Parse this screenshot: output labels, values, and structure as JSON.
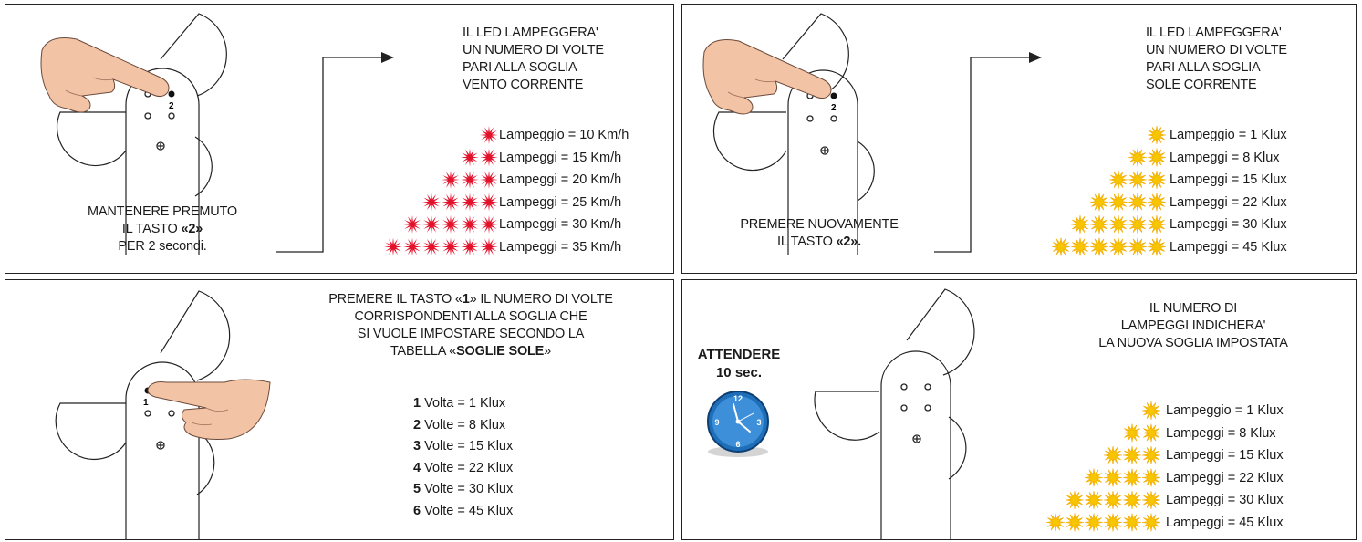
{
  "panel_wind": {
    "instruction_line1": "MANTENERE PREMUTO",
    "instruction_line2_prefix": "IL TASTO ",
    "instruction_line2_key": "«2»",
    "instruction_line3": "PER 2 secondi.",
    "button_label": "2",
    "header_lines": [
      "IL LED LAMPEGGERA'",
      "UN NUMERO DI VOLTE",
      "PARI ALLA SOGLIA",
      "VENTO CORRENTE"
    ],
    "rows": [
      {
        "stars": 1,
        "label": "Lampeggio =  10 Km/h"
      },
      {
        "stars": 2,
        "label": "Lampeggi =  15 Km/h"
      },
      {
        "stars": 3,
        "label": "Lampeggi =  20 Km/h"
      },
      {
        "stars": 4,
        "label": "Lampeggi =  25 Km/h"
      },
      {
        "stars": 5,
        "label": "Lampeggi =  30 Km/h"
      },
      {
        "stars": 6,
        "label": "Lampeggi =  35 Km/h"
      }
    ],
    "star_color": "#e3122b"
  },
  "panel_sun": {
    "instruction_line1": "PREMERE NUOVAMENTE",
    "instruction_line2_prefix": "IL TASTO ",
    "instruction_line2_key": "«2».",
    "button_label": "2",
    "header_lines": [
      "IL LED LAMPEGGERA'",
      "UN NUMERO DI VOLTE",
      "PARI ALLA SOGLIA",
      "SOLE CORRENTE"
    ],
    "rows": [
      {
        "stars": 1,
        "label": "Lampeggio =  1 Klux"
      },
      {
        "stars": 2,
        "label": "Lampeggi =  8 Klux"
      },
      {
        "stars": 3,
        "label": "Lampeggi =  15 Klux"
      },
      {
        "stars": 4,
        "label": "Lampeggi =  22 Klux"
      },
      {
        "stars": 5,
        "label": "Lampeggi =  30 Klux"
      },
      {
        "stars": 6,
        "label": "Lampeggi =  45 Klux"
      }
    ],
    "star_color": "#f7c600"
  },
  "panel_set": {
    "instruction_line1_a": "PREMERE IL TASTO «",
    "instruction_line1_key": "1",
    "instruction_line1_b": "» IL NUMERO DI VOLTE",
    "instruction_line2": "CORRISPONDENTI ALLA  SOGLIA CHE",
    "instruction_line3": "SI VUOLE IMPOSTARE SECONDO LA",
    "instruction_line4_a": "TABELLA «",
    "instruction_line4_key": "SOGLIE SOLE",
    "instruction_line4_b": "»",
    "button_label": "1",
    "rows": [
      {
        "count": "1",
        "label": " Volta  =  1 Klux"
      },
      {
        "count": "2",
        "label": " Volte =   8 Klux"
      },
      {
        "count": "3",
        "label": " Volte =  15 Klux"
      },
      {
        "count": "4",
        "label": " Volte =  22 Klux"
      },
      {
        "count": "5",
        "label": " Volte =  30 Klux"
      },
      {
        "count": "6",
        "label": " Volte =  45 Klux"
      }
    ]
  },
  "panel_wait": {
    "wait_line1": "ATTENDERE",
    "wait_line2": "10 sec.",
    "clock_numbers": [
      "12",
      "3",
      "6",
      "9"
    ],
    "header_lines": [
      "IL NUMERO DI",
      "LAMPEGGI INDICHERA'",
      "LA NUOVA SOGLIA IMPOSTATA"
    ],
    "rows": [
      {
        "stars": 1,
        "label": "Lampeggio =  1 Klux"
      },
      {
        "stars": 2,
        "label": "Lampeggi =  8 Klux"
      },
      {
        "stars": 3,
        "label": "Lampeggi =  15 Klux"
      },
      {
        "stars": 4,
        "label": "Lampeggi =  22 Klux"
      },
      {
        "stars": 5,
        "label": "Lampeggi =  30 Klux"
      },
      {
        "stars": 6,
        "label": "Lampeggi =  45 Klux"
      }
    ],
    "star_color": "#f7c600",
    "clock_color": "#1f6fb8"
  }
}
